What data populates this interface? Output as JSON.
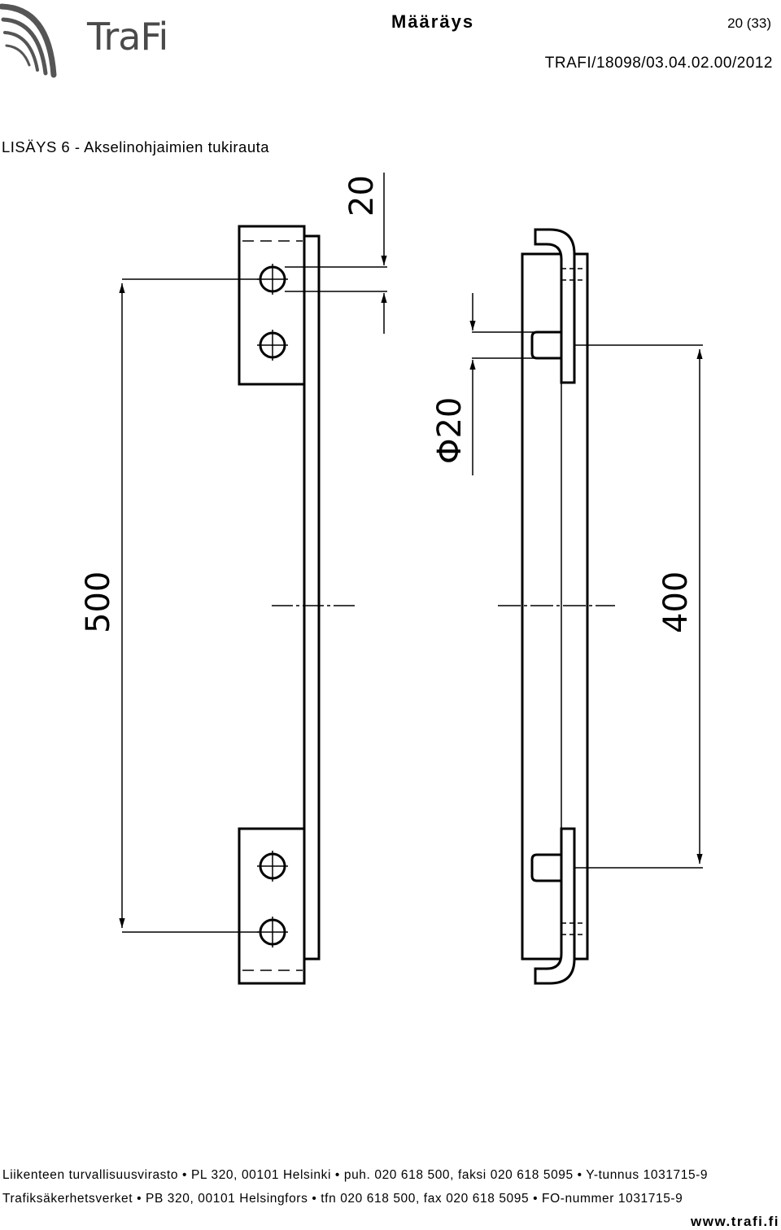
{
  "header": {
    "logo_text": "TraFi",
    "doc_type": "Määräys",
    "page": "20 (33)",
    "doc_ref": "TRAFI/18098/03.04.02.00/2012"
  },
  "appendix_title": "LISÄYS 6 - Akselinohjaimien tukirauta",
  "drawing": {
    "dim_top_spacing": "20",
    "dim_hole_span": "500",
    "dim_pin_diameter": "Φ20",
    "dim_pin_span": "400"
  },
  "footer": {
    "line_fi": "Liikenteen turvallisuusvirasto • PL 320, 00101 Helsinki • puh. 020 618 500, faksi 020 618 5095 • Y-tunnus 1031715-9",
    "line_sv": "Trafiksäkerhetsverket • PB 320, 00101 Helsingfors • tfn 020 618 500, fax 020 618 5095 • FO-nummer 1031715-9",
    "website": "www.trafi.fi"
  }
}
